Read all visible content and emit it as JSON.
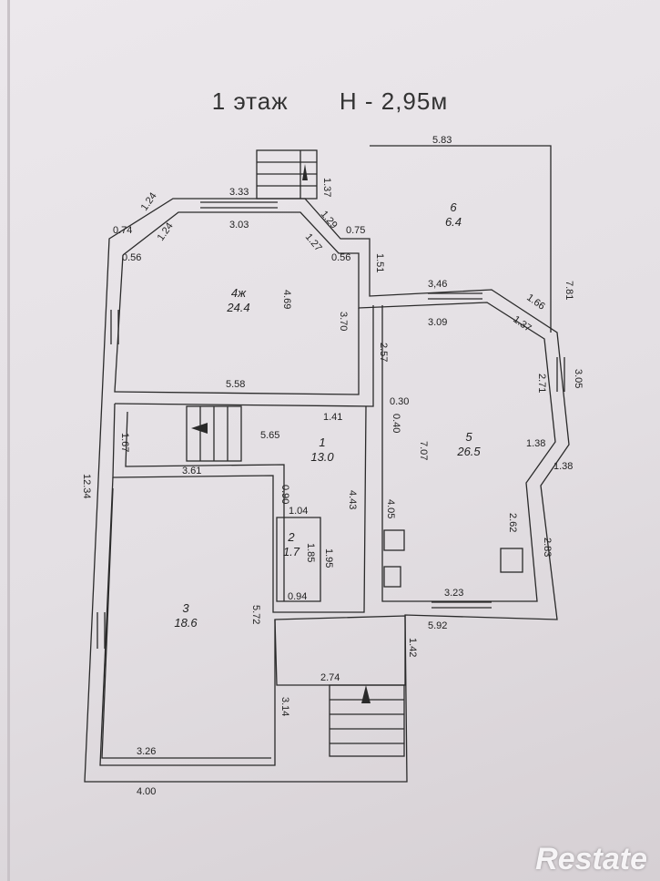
{
  "title": {
    "floor": "1 этаж",
    "height": "Н - 2,95м"
  },
  "rooms": [
    {
      "num": "4ж",
      "area": "24.4"
    },
    {
      "num": "6",
      "area": "6.4"
    },
    {
      "num": "1",
      "area": "13.0"
    },
    {
      "num": "5",
      "area": "26.5"
    },
    {
      "num": "2",
      "area": "1.7"
    },
    {
      "num": "3",
      "area": "18.6"
    }
  ],
  "dimensions": [
    "5.83",
    "1.37",
    "3.33",
    "1.24",
    "3.03",
    "1.29",
    "0.74",
    "0.75",
    "1.24",
    "1.27",
    "0.56",
    "0.56",
    "1.51",
    "4.69",
    "3.70",
    "3,46",
    "1.66",
    "7.81",
    "3.09",
    "1.37",
    "2.57",
    "5.58",
    "2.71",
    "3.05",
    "0.30",
    "0.40",
    "5.65",
    "1.41",
    "1.67",
    "7.07",
    "1.38",
    "1.38",
    "3.61",
    "12.34",
    "0.90",
    "1.04",
    "4.43",
    "4.05",
    "2.62",
    "1.85",
    "1.95",
    "2.83",
    "0.94",
    "3.23",
    "5.72",
    "5.92",
    "1.42",
    "2.74",
    "3.14",
    "3.26",
    "4.00"
  ],
  "watermark": "Restate"
}
